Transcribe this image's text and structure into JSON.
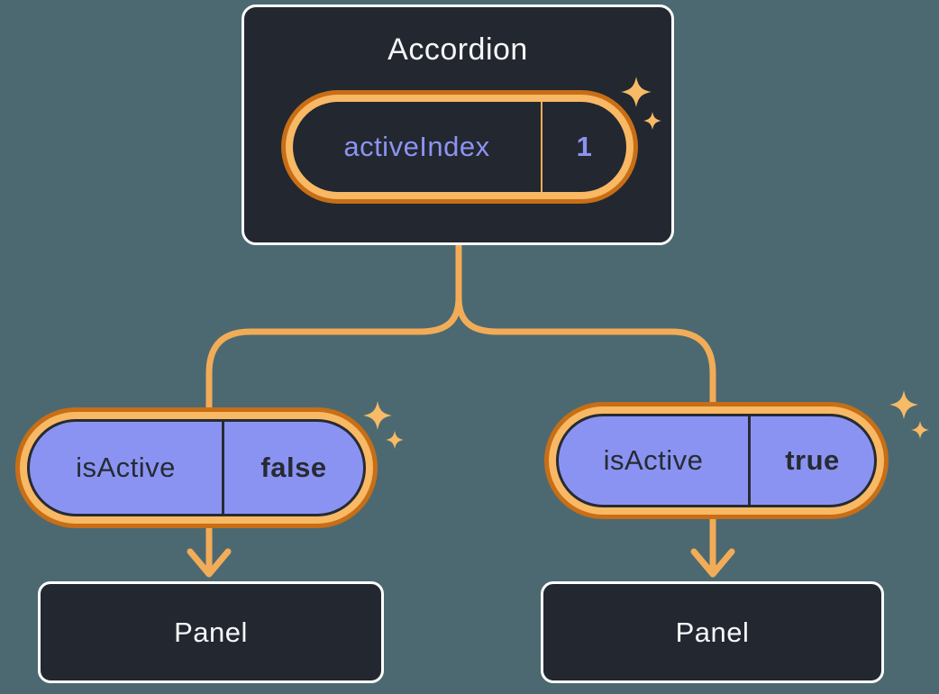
{
  "palette": {
    "background": "#4C6971",
    "node_bg": "#23272F",
    "node_border": "#FFFFFF",
    "node_text": "#F6F7F9",
    "purple_fill": "#8B93F2",
    "purple_text": "#8B93F2",
    "dark_text": "#262B33",
    "ring_light": "#F8B864",
    "ring_dark": "#C76E16",
    "connector": "#F2AC57",
    "sparkle": "#F7BA67"
  },
  "accordion": {
    "title": "Accordion",
    "state": {
      "name": "activeIndex",
      "value": "1"
    }
  },
  "panels": [
    {
      "prop_name": "isActive",
      "prop_value": "false",
      "label": "Panel"
    },
    {
      "prop_name": "isActive",
      "prop_value": "true",
      "label": "Panel"
    }
  ]
}
